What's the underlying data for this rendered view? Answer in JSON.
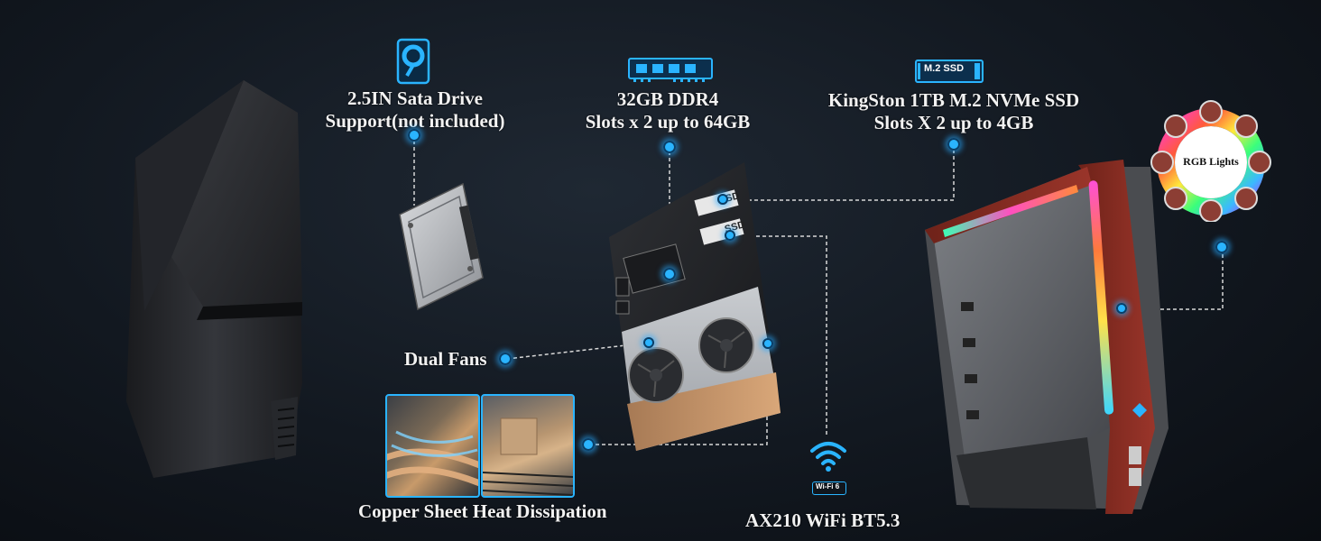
{
  "features": {
    "sata": {
      "line1": "2.5IN Sata Drive",
      "line2": "Support(not included)"
    },
    "ram": {
      "line1": "32GB DDR4",
      "line2": "Slots x 2  up to 64GB"
    },
    "ssd": {
      "line1": "KingSton 1TB M.2 NVMe SSD",
      "line2": "Slots X 2 up to 4GB",
      "icon_text": "M.2 SSD"
    },
    "rgb": {
      "label": "RGB Lights"
    },
    "fans": {
      "label": "Dual Fans"
    },
    "copper": {
      "label": "Copper Sheet Heat Dissipation"
    },
    "wifi": {
      "label": "AX210 WiFi BT5.3",
      "icon_text": "Wi-Fi 6"
    }
  },
  "board": {
    "ssd_sticker": "SSD"
  },
  "colors": {
    "accent": "#2ab4ff",
    "label_text": "#f2f2f2",
    "case_red": "#8a2c22",
    "background": "#121820"
  },
  "icons": [
    "hdd-icon",
    "ram-stick-icon",
    "m2-ssd-icon",
    "wifi-icon",
    "rgb-ring-icon"
  ]
}
